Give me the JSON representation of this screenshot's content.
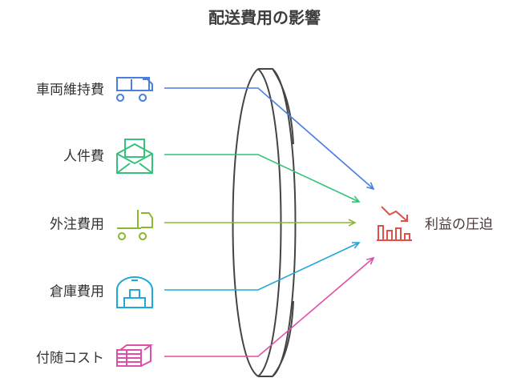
{
  "title": "配送費用の影響",
  "inputs": [
    {
      "label": "車両維持費",
      "icon": "truck-icon",
      "color": "#4a7fe0"
    },
    {
      "label": "人件費",
      "icon": "salary-envelope-icon",
      "color": "#35c27a"
    },
    {
      "label": "外注費用",
      "icon": "semi-truck-icon",
      "color": "#8ab833"
    },
    {
      "label": "倉庫費用",
      "icon": "warehouse-icon",
      "color": "#1fa8d8"
    },
    {
      "label": "付随コスト",
      "icon": "money-stack-icon",
      "color": "#de4fa6"
    }
  ],
  "output": {
    "label": "利益の圧迫",
    "icon": "declining-chart-icon",
    "color": "#e0504a"
  }
}
